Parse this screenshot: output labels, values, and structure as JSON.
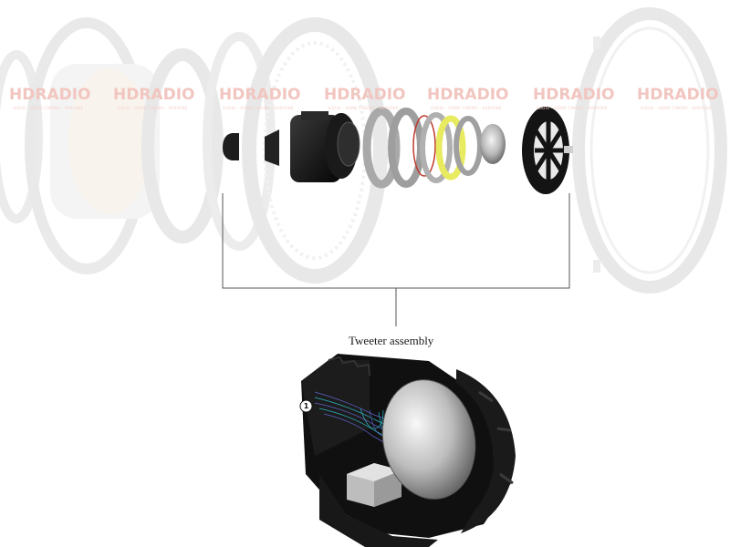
{
  "caption": "Tweeter assembly",
  "callout_number": "1",
  "watermark": {
    "text": "HDRADIO",
    "subtext": "AUDIO - HOME CINEMA - KARAOKE",
    "color": "#f2c6c0",
    "repeat_x": [
      10,
      124,
      240,
      355,
      468,
      584,
      698
    ]
  },
  "colors": {
    "ghost_parts": "#d9d9d9",
    "black_parts": "#141414",
    "steel": "#9a9a9a",
    "yellow_ring": "#e8ea60",
    "red_ring": "#c0392b",
    "bracket": "#555555",
    "filament_a": "#5e63c9",
    "filament_b": "#2fb7c4"
  }
}
